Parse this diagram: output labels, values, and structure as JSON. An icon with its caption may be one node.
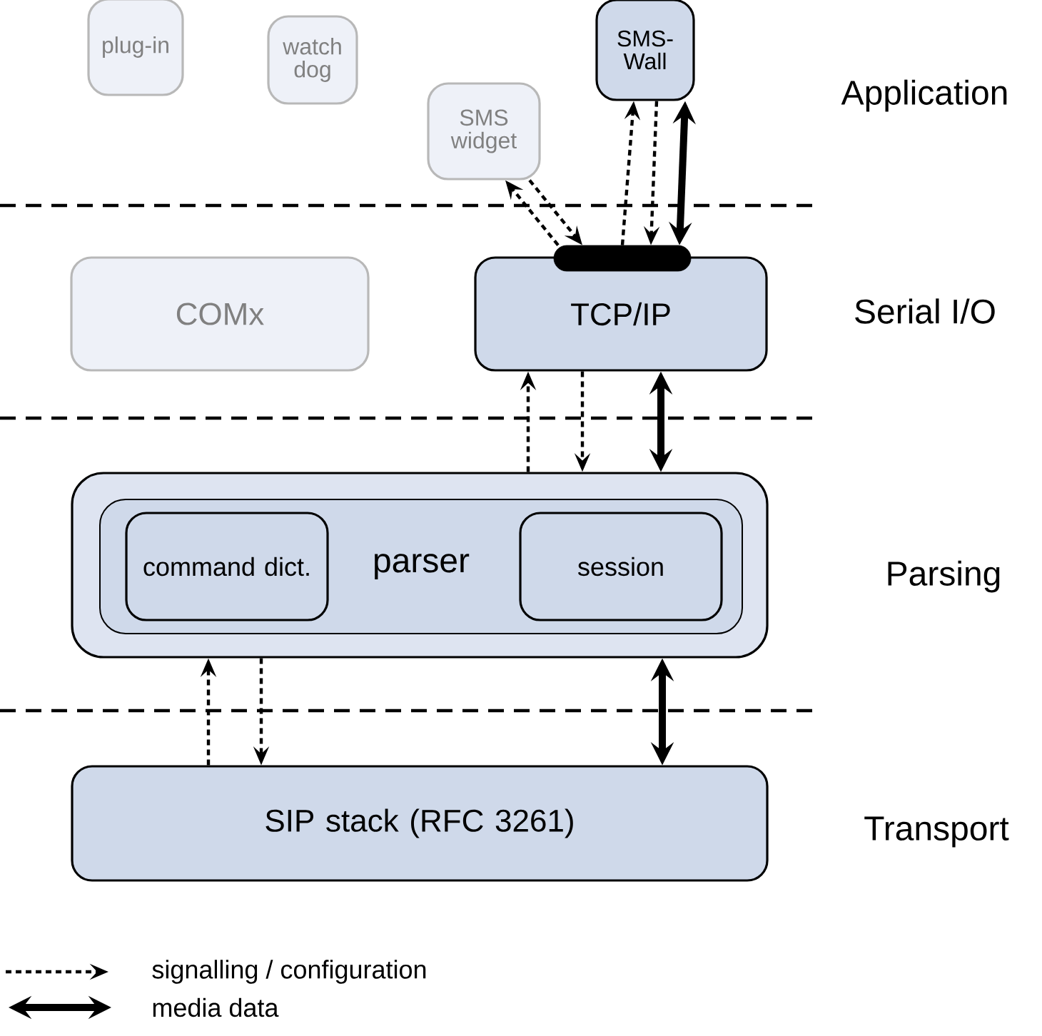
{
  "diagram": {
    "nodes": [
      {
        "text": [
          "plug-in"
        ]
      },
      {
        "text": [
          "watch dog"
        ]
      },
      {
        "text": [
          "SMS widget"
        ]
      },
      {
        "text": [
          "SMS-Wall"
        ]
      },
      {
        "text": [
          "COMx"
        ]
      },
      {
        "text": [
          "TCP/IP"
        ]
      },
      {
        "text": [],
        "shape": "bar"
      },
      {
        "text": [],
        "shape": "box"
      },
      {
        "text": [
          "parser"
        ],
        "in": 7
      },
      {
        "text": [
          "command dict."
        ],
        "in": 8
      },
      {
        "text": [
          "session"
        ],
        "in": 8
      },
      {
        "text": [
          "SIP stack (RFC 3261)"
        ]
      }
    ],
    "edges": [
      {
        "from": 6,
        "to": 2,
        "arrow": "to",
        "style": "dashed"
      },
      {
        "from": 2,
        "to": 6,
        "arrow": "to",
        "style": "dashed"
      },
      {
        "from": 6,
        "to": 3,
        "arrow": "to",
        "style": "dashed"
      },
      {
        "from": 3,
        "to": 6,
        "arrow": "to",
        "style": "dashed"
      },
      {
        "from": 6,
        "to": 3,
        "arrow": "both",
        "style": "thick"
      },
      {
        "from": 7,
        "to": 5,
        "arrow": "to",
        "style": "dashed"
      },
      {
        "from": 5,
        "to": 7,
        "arrow": "to",
        "style": "dashed"
      },
      {
        "from": 5,
        "to": 7,
        "arrow": "both",
        "style": "thick"
      },
      {
        "from": 11,
        "to": 7,
        "arrow": "to",
        "style": "dashed"
      },
      {
        "from": 7,
        "to": 11,
        "arrow": "to",
        "style": "dashed"
      },
      {
        "from": 7,
        "to": 11,
        "arrow": "both",
        "style": "thick"
      }
    ],
    "labels": [
      "Application",
      "Serial I/O",
      "Parsing",
      "Transport"
    ],
    "legend": [
      {
        "text": "signalling / configuration"
      },
      {
        "text": "media data"
      }
    ]
  }
}
